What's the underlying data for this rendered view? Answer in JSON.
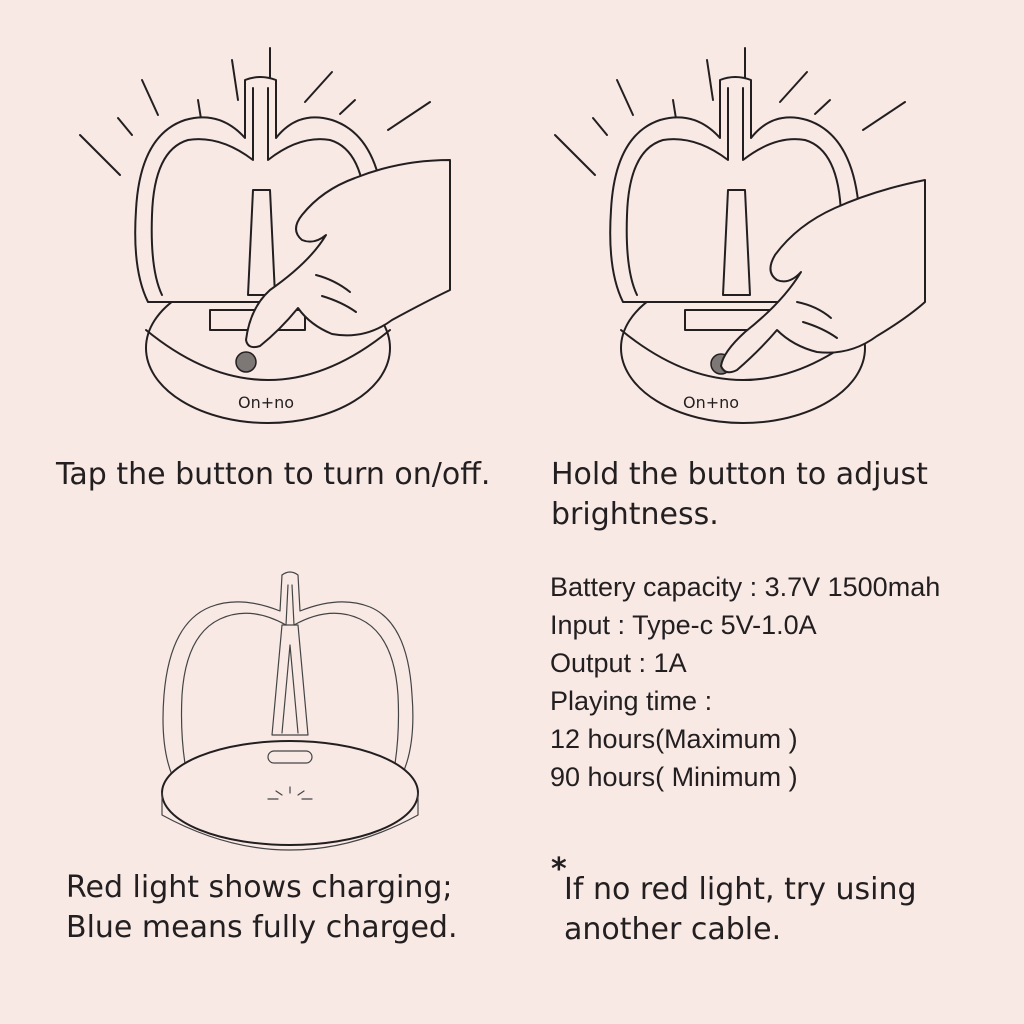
{
  "panels": {
    "tap": {
      "caption": "Tap the button to turn on/off.",
      "device_label": "On+no"
    },
    "hold": {
      "caption_line1": "Hold the button to adjust",
      "caption_line2": "brightness.",
      "device_label": "On+no"
    },
    "charge": {
      "caption_line1": "Red light shows charging;",
      "caption_line2": "Blue means fully charged."
    },
    "specs": {
      "lines": [
        "Battery capacity : 3.7V 1500mah",
        "Input : Type-c 5V-1.0A",
        "Output : 1A",
        "Playing time :",
        "12 hours(Maximum )",
        "90 hours( Minimum )"
      ]
    },
    "note": {
      "asterisk": "*",
      "line1": "If no red light, try using",
      "line2": "another cable."
    }
  },
  "icons": [
    "lamp-tap-illustration",
    "lamp-hold-illustration",
    "lamp-charging-illustration",
    "hand-icon",
    "usb-c-port-icon",
    "light-indicator-icon"
  ],
  "colors": {
    "background": "#f8e9e5",
    "ink": "#231f20",
    "button": "#7d7876"
  }
}
